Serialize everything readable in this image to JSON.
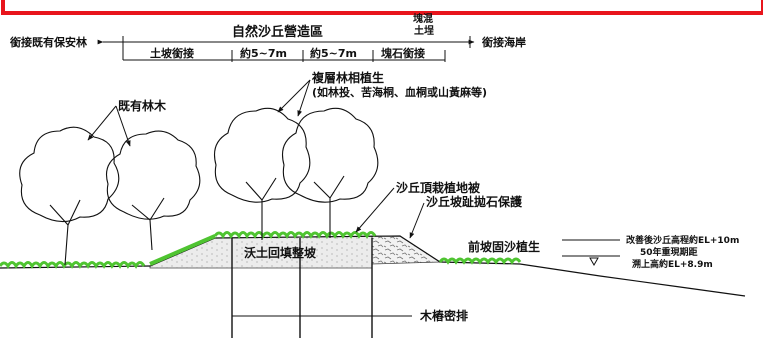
{
  "colors": {
    "frame_red": "#e8151c",
    "line": "#111111",
    "grass": "#4fc431",
    "ground_fill": "#e6e6e6"
  },
  "top_labels": {
    "left_connect": "銜接既有保安林",
    "zone": "自然沙丘營造區",
    "stone": "塊混",
    "soil": "土埕",
    "right_connect": "銜接海岸"
  },
  "segments": {
    "soil_slope": "土坡銜接",
    "width_1": "約5~7m",
    "width_2": "約5~7m",
    "stone_slope": "塊石銜接"
  },
  "callouts": {
    "existing_forest": "既有林木",
    "multi_layer_1": "複層林相植生",
    "multi_layer_2": "(如林投、苦海桐、血桐或山黃麻等)",
    "dune_top_cover": "沙丘頂栽植地被",
    "dune_slope_stone": "沙丘坡趾拋石保護",
    "backfill": "沃土回填整坡",
    "front_slope": "前坡固沙植生",
    "piles": "木樁密排"
  },
  "elevation": {
    "line_1": "改善後沙丘高程約EL+10m",
    "line_2": "50年重現期距",
    "line_3": "溯上高約EL+8.9m"
  },
  "icons": {
    "water_level": "water-level-triangle-icon"
  }
}
